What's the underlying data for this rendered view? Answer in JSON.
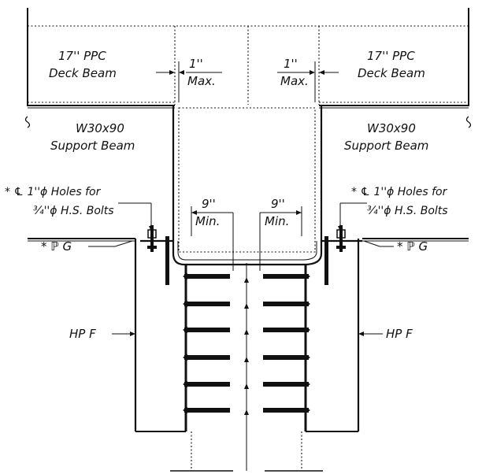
{
  "labels": {
    "deck_beam_left": [
      "17'' PPC",
      "Deck Beam"
    ],
    "deck_beam_right": [
      "17'' PPC",
      "Deck Beam"
    ],
    "support_beam_left": [
      "W30x90",
      "Support Beam"
    ],
    "support_beam_right": [
      "W30x90",
      "Support Beam"
    ],
    "gap_left": [
      "1''",
      "Max."
    ],
    "gap_right": [
      "1''",
      "Max."
    ],
    "min_left": [
      "9''",
      "Min."
    ],
    "min_right": [
      "9''",
      "Min."
    ],
    "holes_left": [
      "* ℄ 1''ϕ Holes for",
      "¾''ϕ H.S. Bolts"
    ],
    "holes_right": [
      "* ℄ 1''ϕ Holes for",
      "¾''ϕ H.S. Bolts"
    ],
    "plate_left": "* ℙ G",
    "plate_right": "* ℙ G",
    "pile_left": "HP F",
    "pile_right": "HP F"
  }
}
